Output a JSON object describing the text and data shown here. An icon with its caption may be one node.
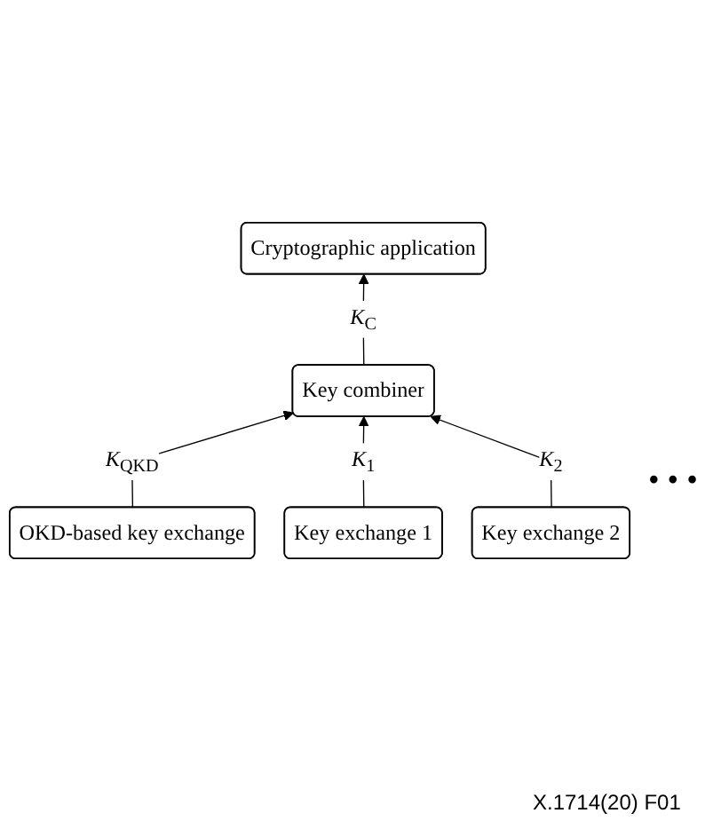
{
  "diagram": {
    "nodes": [
      {
        "text": [
          "Cryptographic application"
        ]
      },
      {
        "text": [
          "Key combiner"
        ]
      },
      {
        "text": [
          "Key exchange 1"
        ]
      },
      {
        "text": [
          "Key exchange 2"
        ]
      },
      {
        "text": [
          "OKD-based key exchange"
        ]
      }
    ],
    "edges": [
      {
        "from": 1,
        "to": 0,
        "arrow": "to",
        "label": "*K*$_{C}$"
      },
      {
        "from": 4,
        "to": 1,
        "arrow": "to",
        "label": "*K*$_{QKD}$"
      },
      {
        "from": 2,
        "to": 1,
        "arrow": "to",
        "label": "*K*$_{1}$"
      },
      {
        "from": 3,
        "to": 1,
        "arrow": "to",
        "label": "*K*$_{2}$"
      }
    ],
    "labels": [
      "• • •",
      "X.1714(20) F01"
    ]
  }
}
